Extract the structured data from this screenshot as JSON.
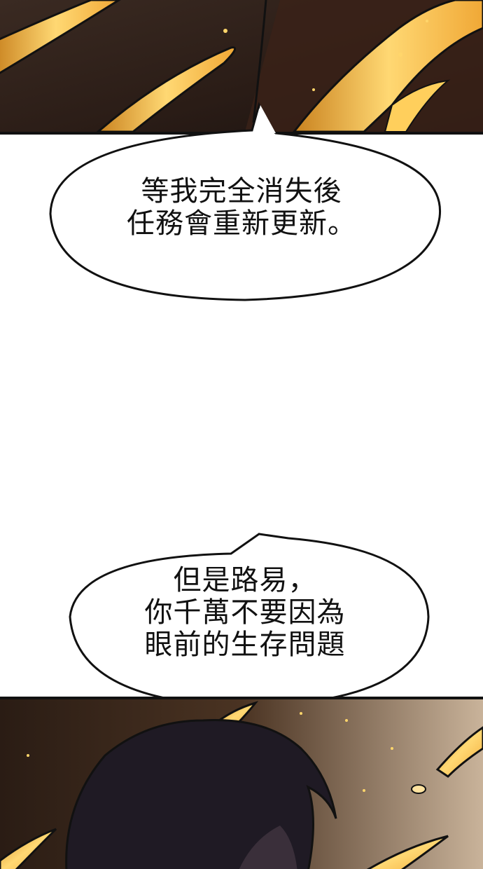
{
  "bubble_1": {
    "lines": [
      "等我完全消失後",
      "任務會重新更新。"
    ]
  },
  "bubble_2": {
    "lines": [
      "但是路易，",
      "你千萬不要因為",
      "眼前的生存問題"
    ]
  },
  "palette": {
    "dark_bg": "#2a1c16",
    "glow": "#f4c452",
    "outline": "#111111",
    "hair": "#2a2230"
  },
  "icons": [
    "golden-shard-icon",
    "character-silhouette-icon"
  ]
}
